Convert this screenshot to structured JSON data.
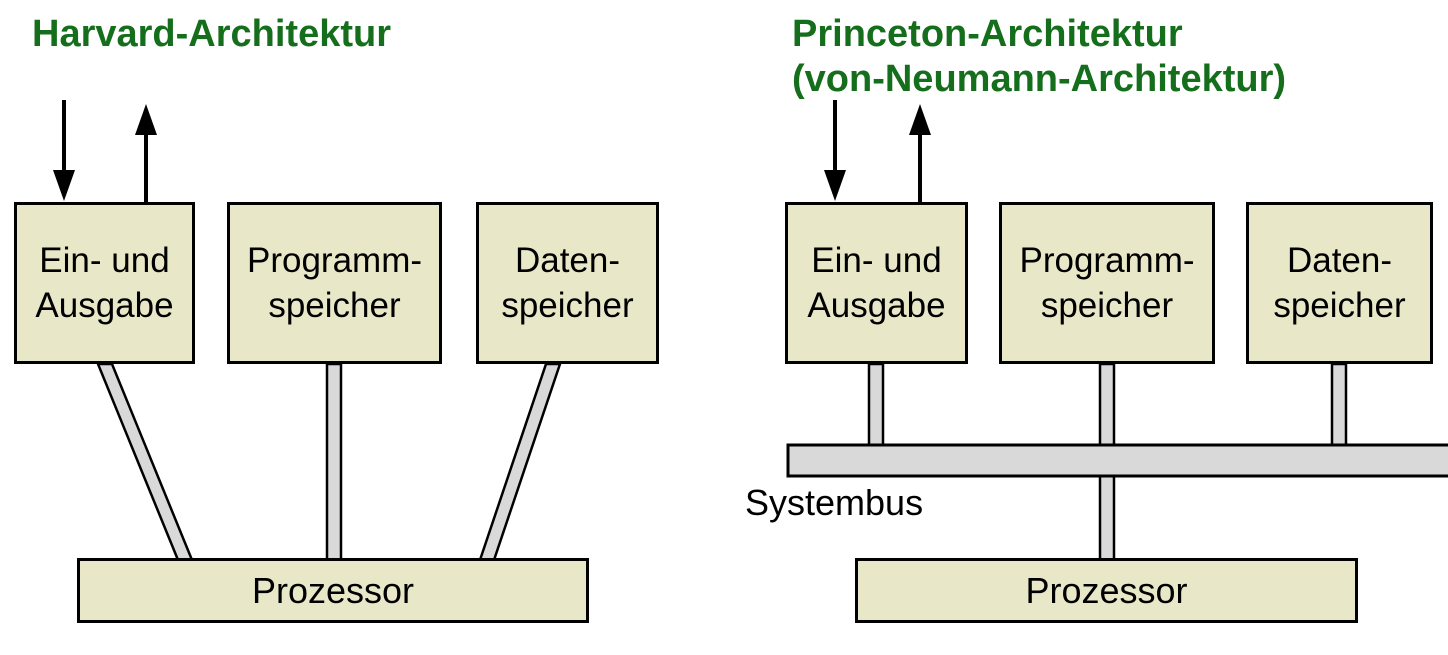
{
  "left": {
    "title": "Harvard-Architektur",
    "boxes": {
      "io": "Ein- und\nAusgabe",
      "program": "Programm-\nspeicher",
      "data": "Daten-\nspeicher"
    },
    "processor": "Prozessor"
  },
  "right": {
    "title_line1": "Princeton-Architektur",
    "title_line2": "(von-Neumann-Architektur)",
    "boxes": {
      "io": "Ein- und\nAusgabe",
      "program": "Programm-\nspeicher",
      "data": "Daten-\nspeicher"
    },
    "processor": "Prozessor",
    "bus_label": "Systembus"
  },
  "colors": {
    "title_green": "#156e1c",
    "box_fill": "#e8e8c8",
    "bus_fill": "#d9d9d9",
    "outline": "#000000"
  }
}
